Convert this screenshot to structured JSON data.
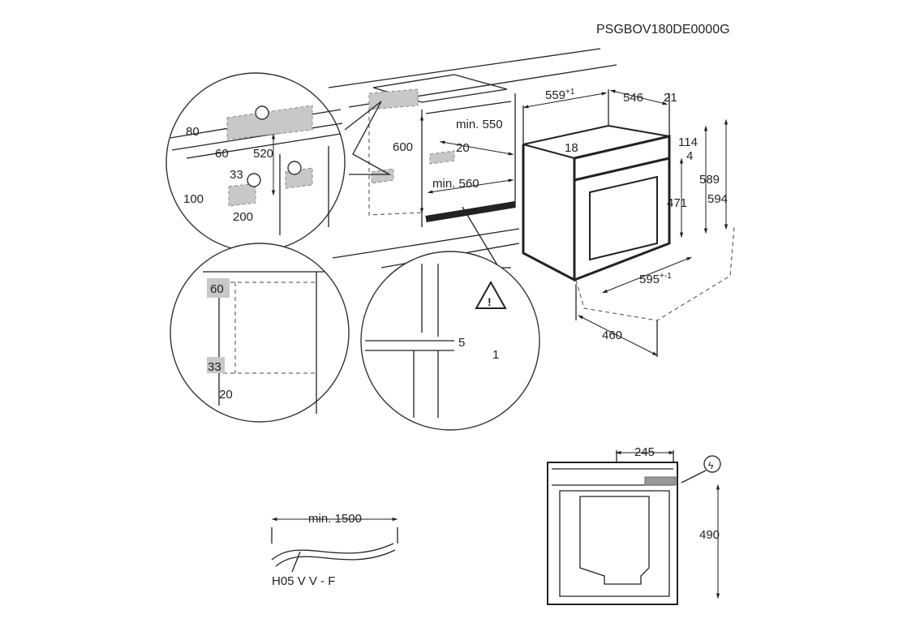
{
  "model_code": "PSGBOV180DE0000G",
  "cabinet_detail": {
    "d80": "80",
    "d60": "60",
    "d520": "520",
    "d33": "33",
    "d100": "100",
    "d200": "200"
  },
  "cabinet": {
    "d600": "600",
    "min550": "min. 550",
    "d20": "20",
    "min560": "min. 560"
  },
  "oven": {
    "d559": "559",
    "d559_tol": "+1",
    "d546": "546",
    "d21": "21",
    "d18": "18",
    "d114": "114",
    "d4": "4",
    "d589": "589",
    "d594": "594",
    "d471": "471",
    "d595": "595",
    "d595_tol": "+-1",
    "d460": "460"
  },
  "side_detail": {
    "d60": "60",
    "d33": "33",
    "d20": "20"
  },
  "floor_detail": {
    "d5": "5",
    "d1": "1",
    "warning_icon": "warning-triangle"
  },
  "back_view": {
    "d245": "245",
    "d490": "490",
    "power_icon": "lightning-circle"
  },
  "cable": {
    "length": "min. 1500",
    "type": "H05 V V - F"
  }
}
